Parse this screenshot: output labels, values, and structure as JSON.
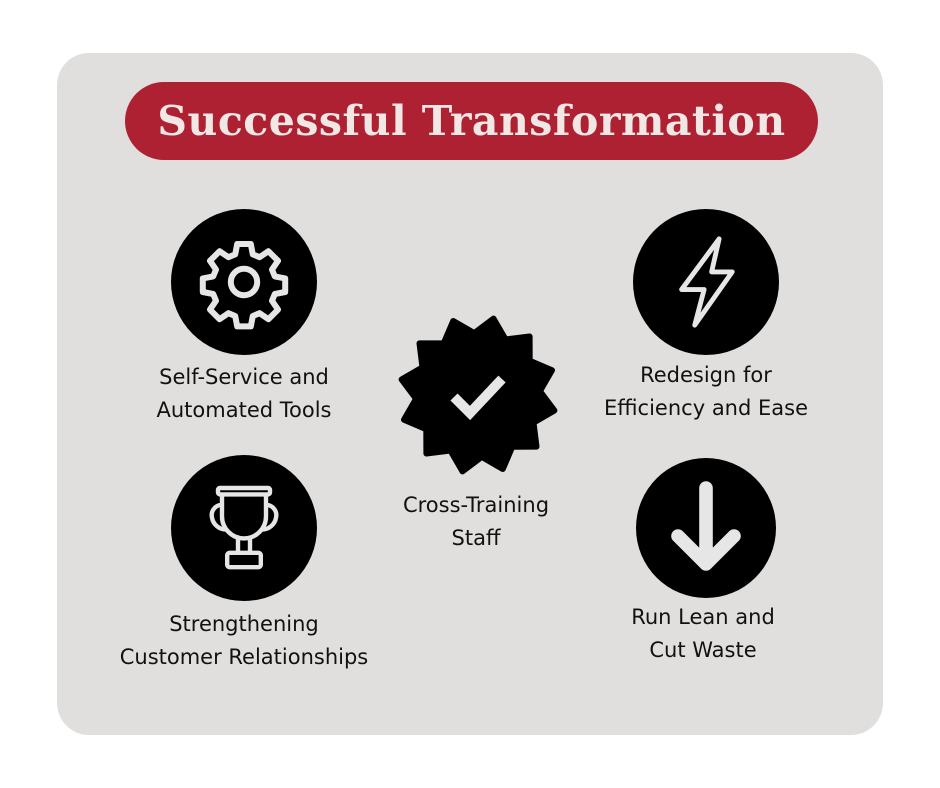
{
  "title": "Successful Transformation",
  "colors": {
    "accent": "#ad2132",
    "card": "#e0dfde",
    "icon_bg": "#000000"
  },
  "items": [
    {
      "icon": "gear-icon",
      "lines": [
        "Self-Service and",
        "Automated Tools"
      ]
    },
    {
      "icon": "lightning-icon",
      "lines": [
        "Redesign for",
        "Efficiency and Ease"
      ]
    },
    {
      "icon": "badge-check-icon",
      "lines": [
        "Cross-Training",
        "Staff"
      ]
    },
    {
      "icon": "trophy-icon",
      "lines": [
        "Strengthening",
        "Customer Relationships"
      ]
    },
    {
      "icon": "arrow-down-icon",
      "lines": [
        "Run Lean and",
        "Cut Waste"
      ]
    }
  ]
}
